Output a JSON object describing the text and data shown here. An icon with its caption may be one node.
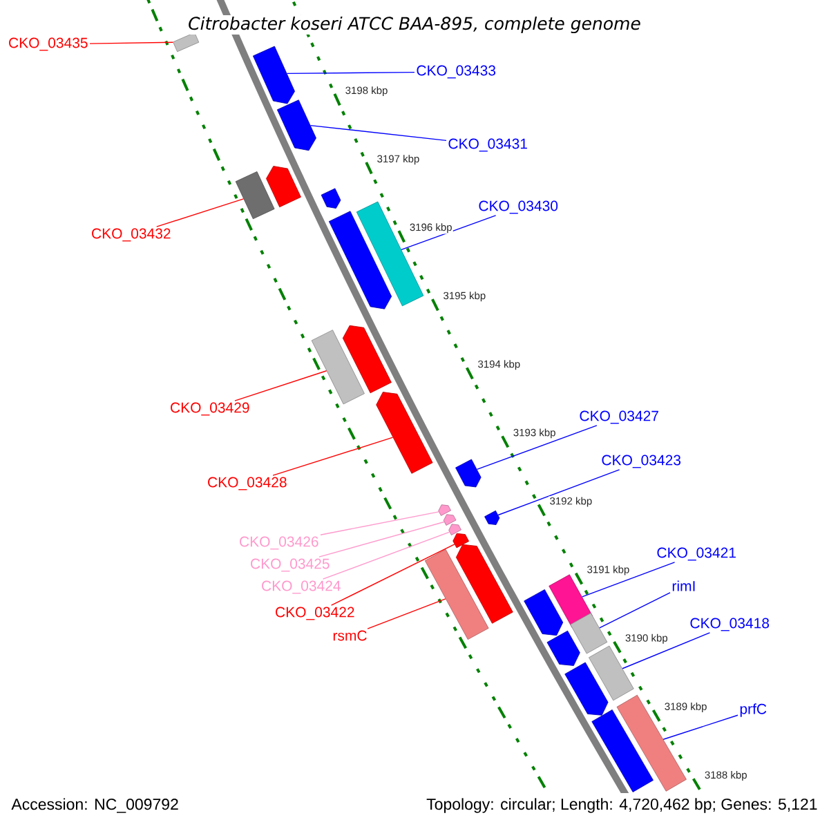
{
  "diagram": {
    "title": "Citrobacter koseri ATCC BAA-895, complete genome",
    "nodes": [
      {
        "text": [
          "CKO_03435"
        ]
      },
      {
        "text": [
          "CKO_03433"
        ]
      },
      {
        "text": [
          "CKO_03431"
        ]
      },
      {
        "text": [
          "CKO_03432"
        ]
      },
      {
        "text": [
          "CKO_03430"
        ]
      },
      {
        "text": [
          "CKO_03429"
        ]
      },
      {
        "text": [
          "CKO_03428"
        ]
      },
      {
        "text": [
          "CKO_03427"
        ]
      },
      {
        "text": [
          "CKO_03423"
        ]
      },
      {
        "text": [
          "CKO_03426"
        ]
      },
      {
        "text": [
          "CKO_03425"
        ]
      },
      {
        "text": [
          "CKO_03424"
        ]
      },
      {
        "text": [
          "CKO_03422"
        ]
      },
      {
        "text": [
          "rsmC"
        ]
      },
      {
        "text": [
          "CKO_03421"
        ]
      },
      {
        "text": [
          "rimI"
        ]
      },
      {
        "text": [
          "CKO_03418"
        ]
      },
      {
        "text": [
          "prfC"
        ]
      },
      {
        "text": [],
        "shape": "bar"
      },
      {
        "text": [],
        "shape": "bar"
      },
      {
        "text": [],
        "shape": "bar"
      },
      {
        "text": [],
        "shape": "bar"
      },
      {
        "text": [],
        "shape": "bar"
      },
      {
        "text": [],
        "shape": "bar"
      },
      {
        "text": [],
        "shape": "bar"
      },
      {
        "text": [],
        "shape": "bar"
      },
      {
        "text": [],
        "shape": "bar"
      },
      {
        "text": [],
        "shape": "bar"
      },
      {
        "text": [],
        "shape": "bar"
      },
      {
        "text": [],
        "shape": "bar"
      },
      {
        "text": [],
        "shape": "bar"
      },
      {
        "text": [],
        "shape": "bar"
      },
      {
        "text": [],
        "shape": "bar"
      },
      {
        "text": [],
        "shape": "bar"
      },
      {
        "text": [],
        "shape": "bar"
      },
      {
        "text": [],
        "shape": "bar"
      },
      {
        "text": [],
        "shape": "bar"
      },
      {
        "text": [],
        "shape": "bar"
      },
      {
        "text": [],
        "shape": "bar"
      },
      {
        "text": [],
        "shape": "bar"
      },
      {
        "text": [],
        "shape": "bar"
      },
      {
        "text": [],
        "shape": "bar"
      },
      {
        "text": [],
        "shape": "bar"
      },
      {
        "text": [],
        "shape": "bar"
      },
      {
        "text": [],
        "shape": "bar"
      }
    ],
    "edges": [
      {
        "from": 0,
        "to": 18,
        "arrow": "none",
        "color": "#ff0000"
      },
      {
        "from": 1,
        "to": 19,
        "arrow": "none"
      },
      {
        "from": 2,
        "to": 20,
        "arrow": "none"
      },
      {
        "from": 3,
        "to": 21,
        "arrow": "none",
        "color": "#ff0000"
      },
      {
        "from": 4,
        "to": 25,
        "arrow": "none"
      },
      {
        "from": 5,
        "to": 26,
        "arrow": "none",
        "color": "#ff0000"
      },
      {
        "from": 6,
        "to": 28,
        "arrow": "none",
        "color": "#ff0000"
      },
      {
        "from": 7,
        "to": 29,
        "arrow": "none"
      },
      {
        "from": 8,
        "to": 33,
        "arrow": "none"
      },
      {
        "from": 9,
        "to": 30,
        "arrow": "none",
        "color": "#ff99cc"
      },
      {
        "from": 10,
        "to": 31,
        "arrow": "none",
        "color": "#ff99cc"
      },
      {
        "from": 11,
        "to": 32,
        "arrow": "none",
        "color": "#ff99cc"
      },
      {
        "from": 12,
        "to": 34,
        "arrow": "none",
        "color": "#ff0000"
      },
      {
        "from": 13,
        "to": 35,
        "arrow": "none",
        "color": "#ff0000"
      },
      {
        "from": 14,
        "to": 37,
        "arrow": "none"
      },
      {
        "from": 15,
        "to": 39,
        "arrow": "none"
      },
      {
        "from": 16,
        "to": 41,
        "arrow": "none"
      },
      {
        "from": 17,
        "to": 44,
        "arrow": "none"
      }
    ],
    "labels": [
      "3198 kbp",
      "3197 kbp",
      "3196 kbp",
      "3195 kbp",
      "3194 kbp",
      "3193 kbp",
      "3192 kbp",
      "3191 kbp",
      "3190 kbp",
      "3189 kbp",
      "3188 kbp",
      "Accession: NC_009792",
      "Topology: circular; Length: 4,720,462 bp; Genes: 5,121"
    ]
  }
}
